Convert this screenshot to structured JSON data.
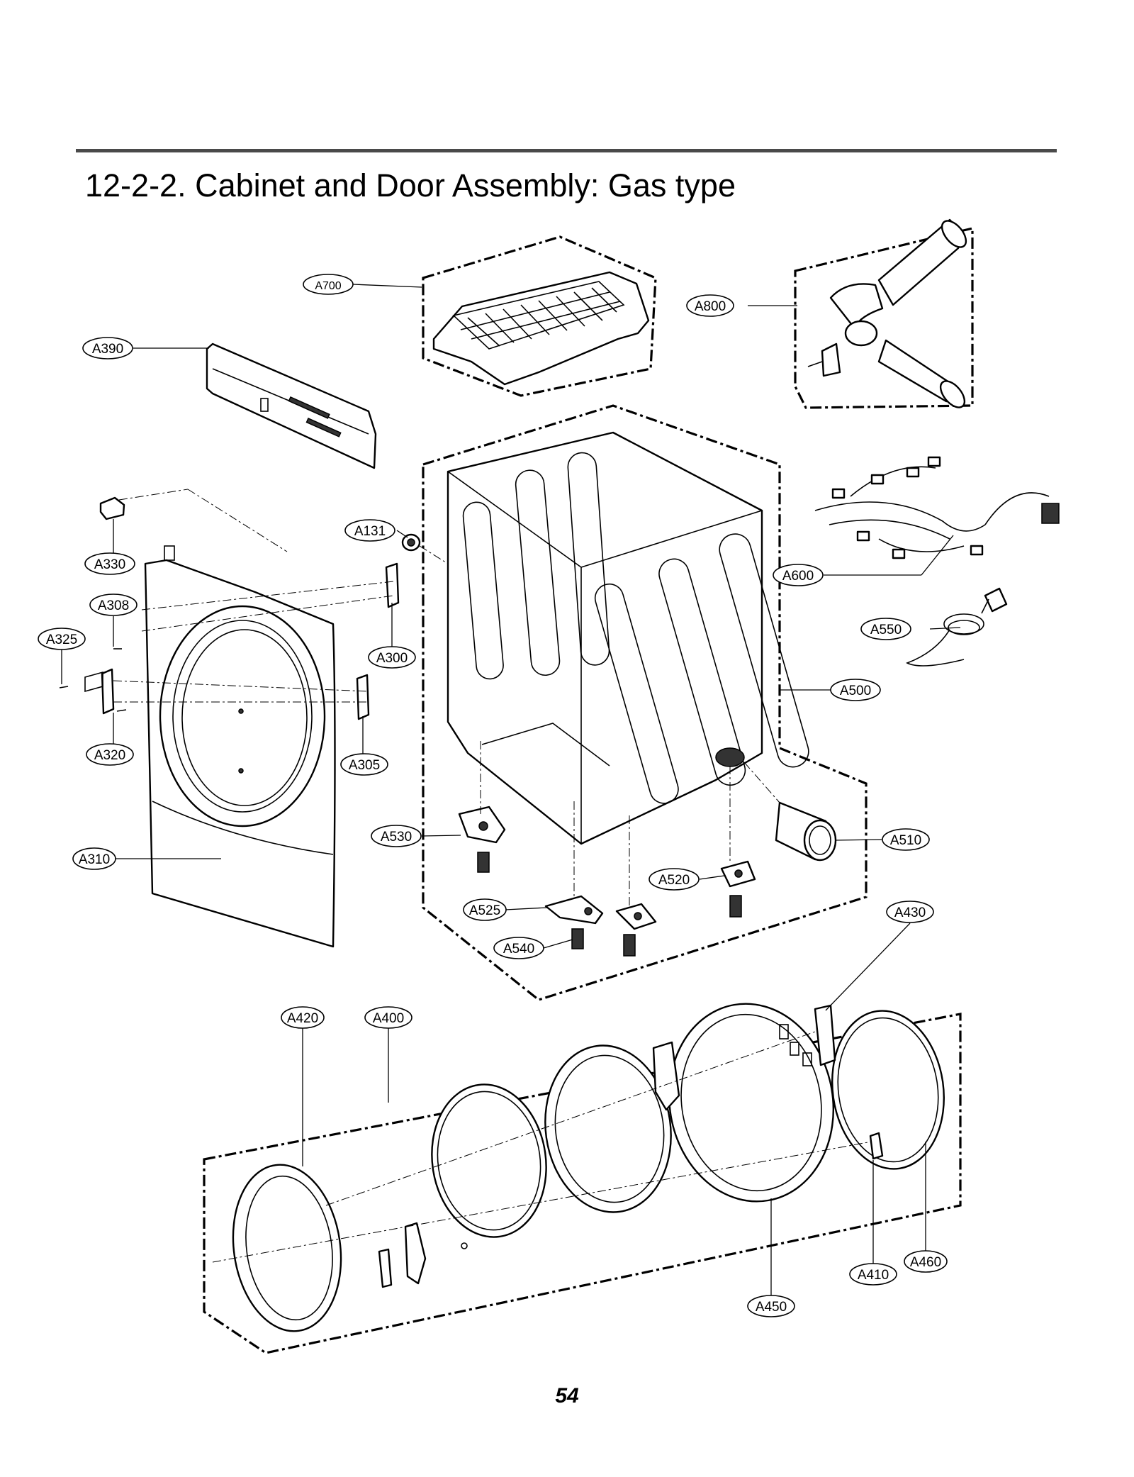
{
  "page": {
    "title": "12-2-2. Cabinet and Door Assembly: Gas type",
    "page_number": "54"
  },
  "labels": {
    "A700": "A700",
    "A800": "A800",
    "A390": "A390",
    "A330": "A330",
    "A131": "A131",
    "A600": "A600",
    "A308": "A308",
    "A325": "A325",
    "A550": "A550",
    "A300": "A300",
    "A500": "A500",
    "A320": "A320",
    "A305": "A305",
    "A530": "A530",
    "A510": "A510",
    "A310": "A310",
    "A520": "A520",
    "A525": "A525",
    "A430": "A430",
    "A540": "A540",
    "A420": "A420",
    "A400": "A400",
    "A460": "A460",
    "A410": "A410",
    "A450": "A450"
  }
}
